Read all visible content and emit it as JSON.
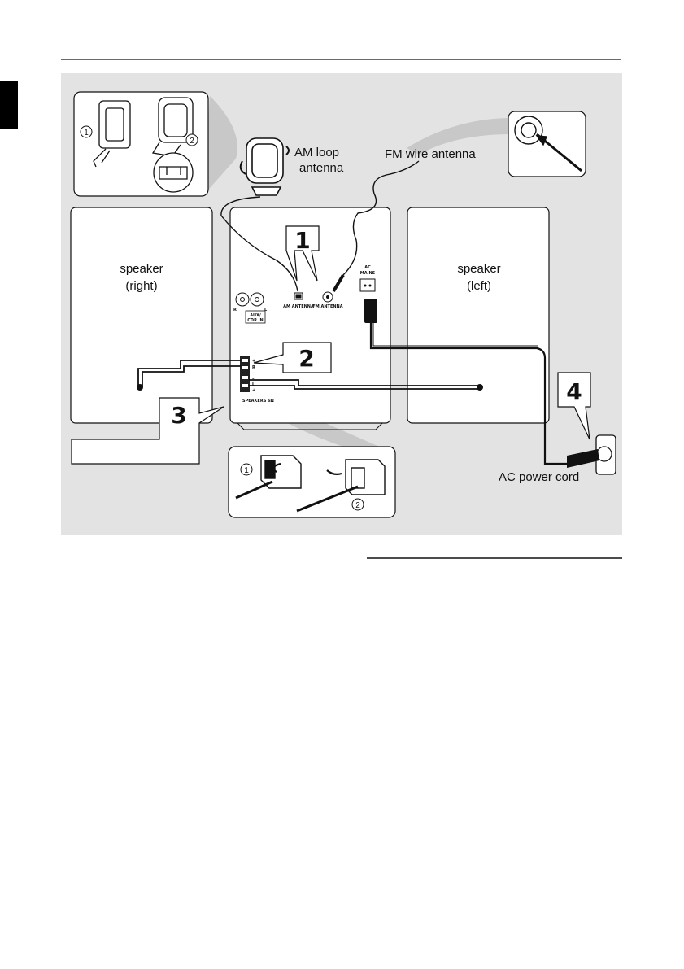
{
  "colors": {
    "panel_bg": "#e3e3e3",
    "box_fill": "#ffffff",
    "stroke": "#111111",
    "side_tab": "#000000"
  },
  "labels": {
    "am_loop_line1": "AM loop",
    "am_loop_line2": "antenna",
    "fm_wire": "FM wire antenna",
    "speaker_right_line1": "speaker",
    "speaker_right_line2": "(right)",
    "speaker_left_line1": "speaker",
    "speaker_left_line2": "(left)",
    "ac_power_cord": "AC power cord"
  },
  "steps": [
    "1",
    "2",
    "3",
    "4"
  ],
  "insets": {
    "circle_1": "1",
    "circle_2": "2"
  },
  "panel": {
    "am_antenna": "AM ANTENNA",
    "fm_antenna": "FM ANTENNA",
    "ac_mains_line1": "AC",
    "ac_mains_line2": "MAINS",
    "aux_line1": "AUX/",
    "aux_line2": "CDR IN",
    "aux_r": "R",
    "aux_l": "L",
    "speakers": "SPEAKERS 6Ω",
    "term_plus": "+",
    "term_minus": "–",
    "term_r": "R",
    "term_l": "L"
  }
}
